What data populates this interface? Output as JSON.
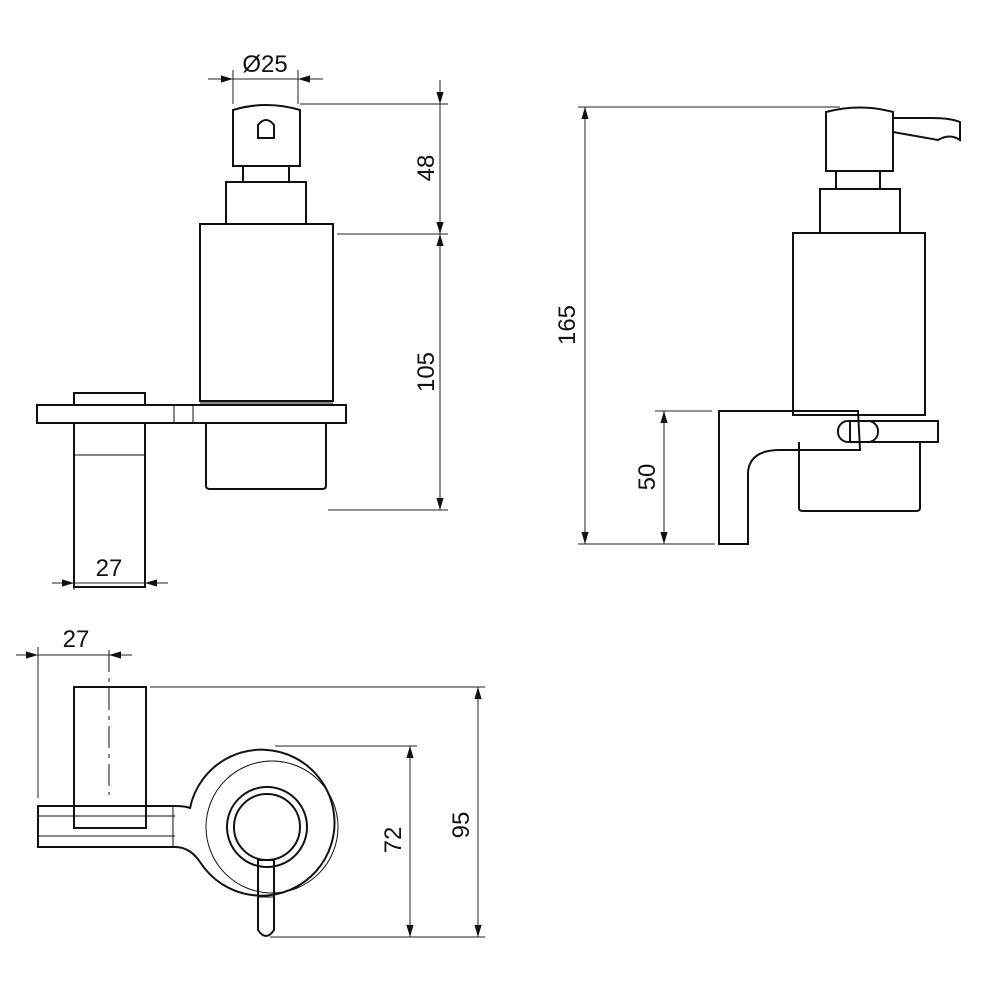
{
  "drawing": {
    "front_view": {
      "diameter_label": "Ø25",
      "pump_height": "48",
      "body_height": "105",
      "post_width": "27"
    },
    "side_view": {
      "total_height": "165",
      "bracket_height": "50"
    },
    "top_view": {
      "post_width": "27",
      "center_depth": "72",
      "total_depth": "95"
    }
  }
}
